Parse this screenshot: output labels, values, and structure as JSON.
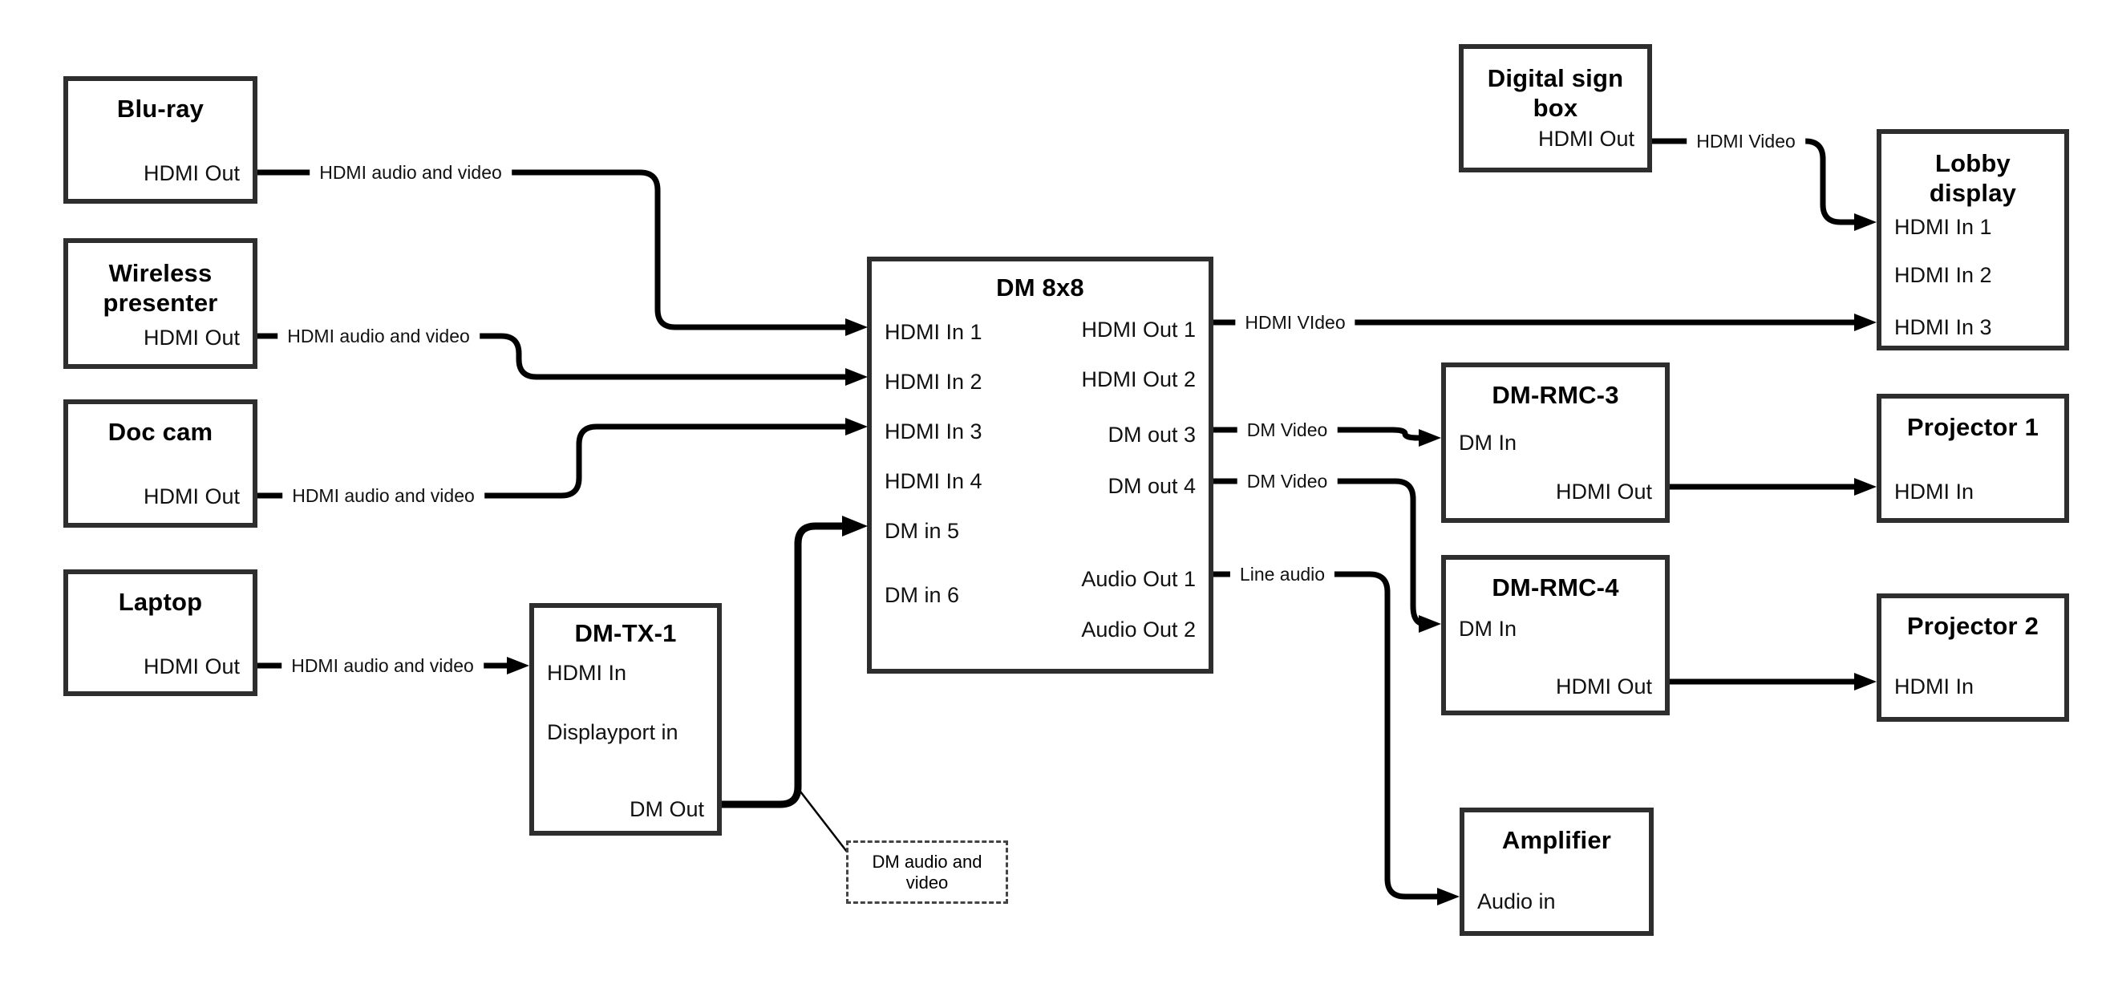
{
  "nodes": {
    "bluray": {
      "title": "Blu-ray",
      "ports": {
        "out": "HDMI Out"
      }
    },
    "wireless": {
      "title": "Wireless presenter",
      "ports": {
        "out": "HDMI Out"
      }
    },
    "doccam": {
      "title": "Doc cam",
      "ports": {
        "out": "HDMI Out"
      }
    },
    "laptop": {
      "title": "Laptop",
      "ports": {
        "out": "HDMI Out"
      }
    },
    "dmtx1": {
      "title": "DM-TX-1",
      "ports": {
        "hdmi_in": "HDMI In",
        "dp_in": "Displayport in",
        "dm_out": "DM Out"
      }
    },
    "dm8x8": {
      "title": "DM 8x8",
      "inputs": [
        "HDMI In 1",
        "HDMI In 2",
        "HDMI In 3",
        "HDMI In 4",
        "DM in 5",
        "DM in 6"
      ],
      "outputs": [
        "HDMI Out 1",
        "HDMI Out 2",
        "DM out 3",
        "DM out 4",
        "Audio Out 1",
        "Audio Out 2"
      ]
    },
    "signbox": {
      "title": "Digital sign box",
      "ports": {
        "out": "HDMI Out"
      }
    },
    "lobby": {
      "title": "Lobby display",
      "inputs": [
        "HDMI In 1",
        "HDMI In 2",
        "HDMI In 3"
      ]
    },
    "rmc3": {
      "title": "DM-RMC-3",
      "ports": {
        "dm_in": "DM In",
        "hdmi_out": "HDMI Out"
      }
    },
    "proj1": {
      "title": "Projector 1",
      "ports": {
        "in": "HDMI In"
      }
    },
    "rmc4": {
      "title": "DM-RMC-4",
      "ports": {
        "dm_in": "DM In",
        "hdmi_out": "HDMI Out"
      }
    },
    "proj2": {
      "title": "Projector 2",
      "ports": {
        "in": "HDMI In"
      }
    },
    "amp": {
      "title": "Amplifier",
      "ports": {
        "in": "Audio in"
      }
    }
  },
  "edge_labels": {
    "bluray_dm8x8": "HDMI audio and video",
    "wireless_dm8x8": "HDMI audio and video",
    "doccam_dm8x8": "HDMI audio and video",
    "laptop_dmtx1": "HDMI audio and video",
    "dm8x8_lobby": "HDMI VIdeo",
    "dm8x8_rmc3": "DM Video",
    "dm8x8_rmc4": "DM Video",
    "dm8x8_amp": "Line audio",
    "signbox_lobby": "HDMI Video",
    "callout": "DM audio and video"
  },
  "colors": {
    "line": "#000000",
    "box_border": "#2e2e2e",
    "background": "#ffffff",
    "text": "#000000"
  }
}
